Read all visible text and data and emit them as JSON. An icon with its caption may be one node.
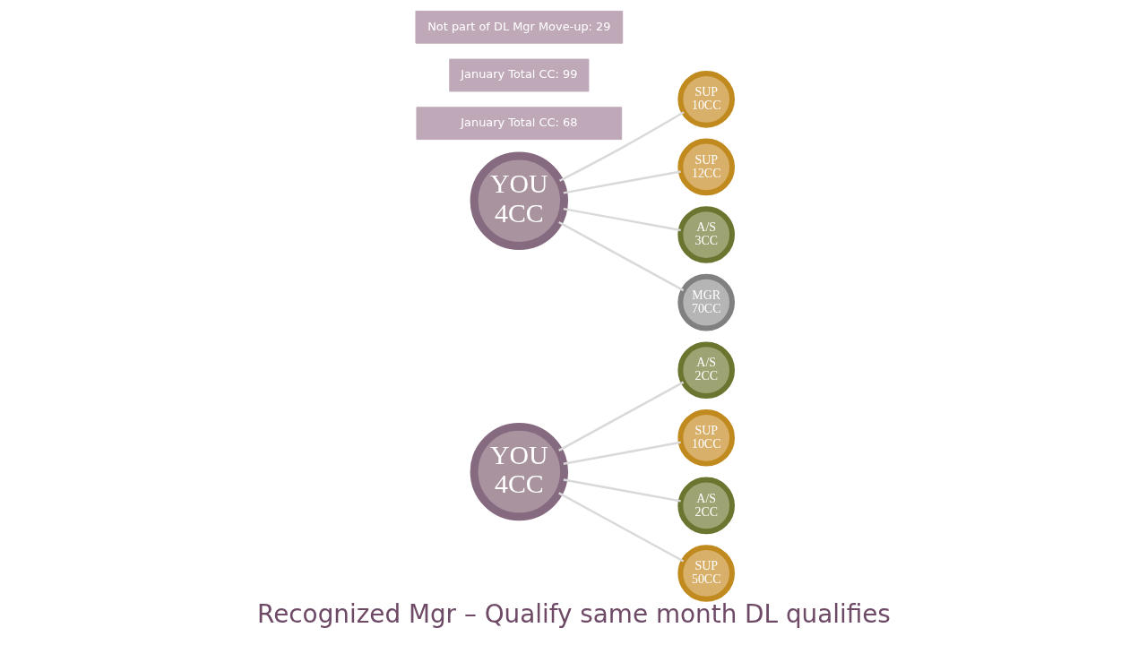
{
  "diagram": {
    "title": "Recognized Mgr – Qualify same month DL qualifies",
    "nodes": [
      {
        "text": [
          "YOU 4CC"
        ]
      },
      {
        "text": [
          "A/S 2CC"
        ]
      },
      {
        "text": [
          "SUP 10CC"
        ]
      },
      {
        "text": [
          "A/S 2CC"
        ]
      },
      {
        "text": [
          "SUP 50CC"
        ]
      },
      {
        "text": [
          "YOU 4CC"
        ]
      },
      {
        "text": [
          "SUP 10CC"
        ]
      },
      {
        "text": [
          "SUP 12CC"
        ]
      },
      {
        "text": [
          "A/S 3CC"
        ]
      },
      {
        "text": [
          "MGR 70CC"
        ]
      },
      {
        "text": [
          "January Total CC: 68"
        ]
      },
      {
        "text": [
          "January Total CC: 99"
        ]
      },
      {
        "text": [
          "Not part of DL Mgr Move-up: 29"
        ]
      }
    ],
    "edges": [
      {
        "from": 0,
        "to": 1,
        "arrow": "none"
      },
      {
        "from": 0,
        "to": 2,
        "arrow": "none"
      },
      {
        "from": 0,
        "to": 3,
        "arrow": "none"
      },
      {
        "from": 0,
        "to": 4,
        "arrow": "none"
      },
      {
        "from": 5,
        "to": 6,
        "arrow": "none"
      },
      {
        "from": 5,
        "to": 7,
        "arrow": "none"
      },
      {
        "from": 5,
        "to": 8,
        "arrow": "none"
      },
      {
        "from": 5,
        "to": 9,
        "arrow": "none"
      }
    ]
  }
}
